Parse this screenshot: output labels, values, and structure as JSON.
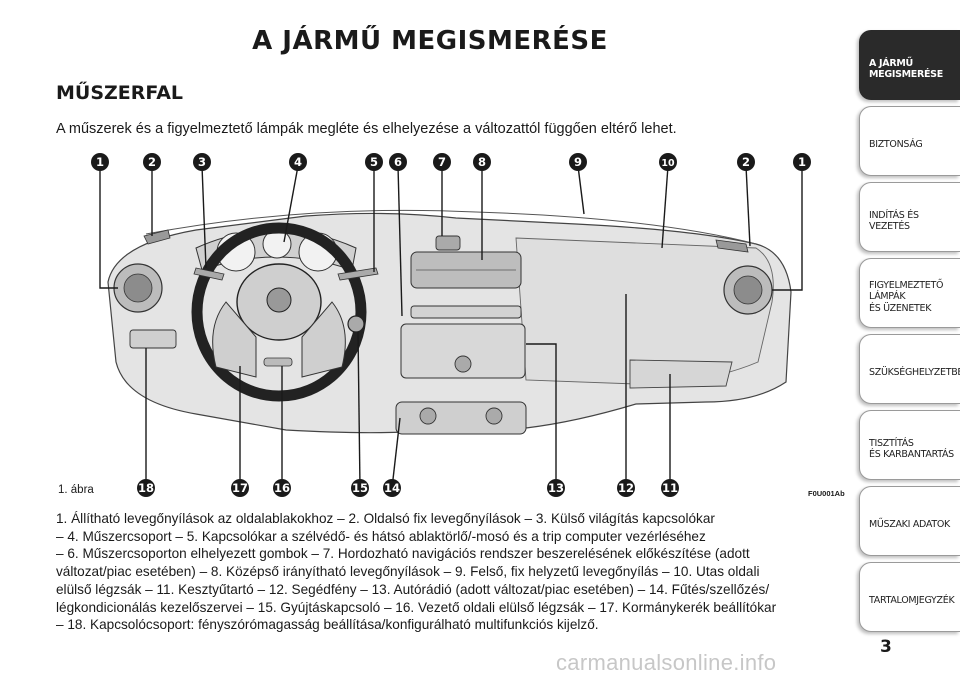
{
  "page_title": "A JÁRMŰ MEGISMERÉSE",
  "section_title": "MŰSZERFAL",
  "intro": "A műszerek és a figyelmeztető lámpák megléte és elhelyezése a változattól függően eltérő lehet.",
  "figure": {
    "label": "1. ábra",
    "code": "F0U001Ab",
    "callouts_top": [
      "1",
      "2",
      "3",
      "4",
      "5",
      "6",
      "7",
      "8",
      "9",
      "10",
      "2",
      "1"
    ],
    "callouts_bottom": [
      "18",
      "17",
      "16",
      "15",
      "14",
      "13",
      "12",
      "11"
    ]
  },
  "caption_lines": [
    "1. Állítható levegőnyílások az oldalablakokhoz – 2. Oldalsó fix levegőnyílások – 3. Külső világítás kapcsolókar",
    "– 4. Műszercsoport – 5. Kapcsolókar a szélvédő- és hátsó ablaktörlő/-mosó és a trip computer vezérléséhez",
    "– 6. Műszercsoporton elhelyezett gombok – 7. Hordozható navigációs rendszer beszerelésének előkészítése (adott",
    "változat/piac esetében) – 8. Középső irányítható levegőnyílások – 9. Felső, fix helyzetű levegőnyílás – 10. Utas oldali",
    "elülső légzsák – 11. Kesztyűtartó – 12. Segédfény – 13. Autórádió (adott változat/piac esetében)  – 14. Fűtés/szellőzés/",
    "légkondicionálás kezelőszervei – 15. Gyújtáskapcsoló – 16. Vezető oldali elülső légzsák – 17. Kormánykerék beállítókar",
    "– 18. Kapcsolócsoport: fényszórómagasság beállítása/konfigurálható multifunkciós kijelző."
  ],
  "sidebar_tabs": [
    "A JÁRMŰ\nMEGISMERÉSE",
    "BIZTONSÁG",
    "INDÍTÁS ÉS VEZETÉS",
    "FIGYELMEZTETŐ\nLÁMPÁK\nÉS ÜZENETEK",
    "SZÜKSÉGHELYZETBEN",
    "TISZTÍTÁS\nÉS KARBANTARTÁS",
    "MŰSZAKI ADATOK",
    "TARTALOMJEGYZÉK"
  ],
  "page_number": "3",
  "watermark": "carmanualsonline.info"
}
